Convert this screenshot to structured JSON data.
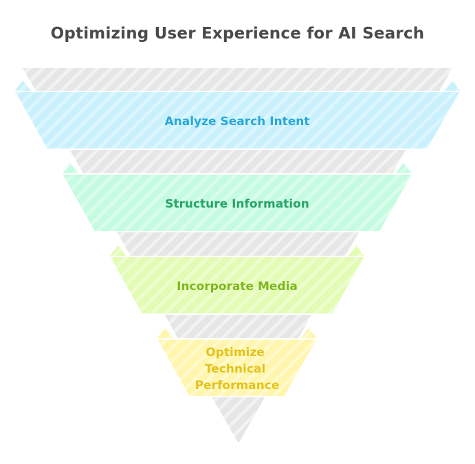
{
  "title": "Optimizing User Experience for AI Search",
  "colors": {
    "gray_fill": "#e6e6e6",
    "gray_stripe": "#f2f2f2"
  },
  "stages": [
    {
      "lines": [
        "Analyze Search Intent"
      ],
      "fill": "#c9f0fd",
      "stripe": "#dcf6fe",
      "text_color": "#28a8d8"
    },
    {
      "lines": [
        "Structure Information"
      ],
      "fill": "#c5fbe0",
      "stripe": "#d9fdeb",
      "text_color": "#27a466"
    },
    {
      "lines": [
        "Incorporate Media"
      ],
      "fill": "#e2fcb3",
      "stripe": "#edfdcf",
      "text_color": "#7fb51f"
    },
    {
      "lines": [
        "Optimize",
        "Technical",
        "Performance"
      ],
      "fill": "#fff5ad",
      "stripe": "#fff9cc",
      "text_color": "#e3c21c"
    }
  ]
}
